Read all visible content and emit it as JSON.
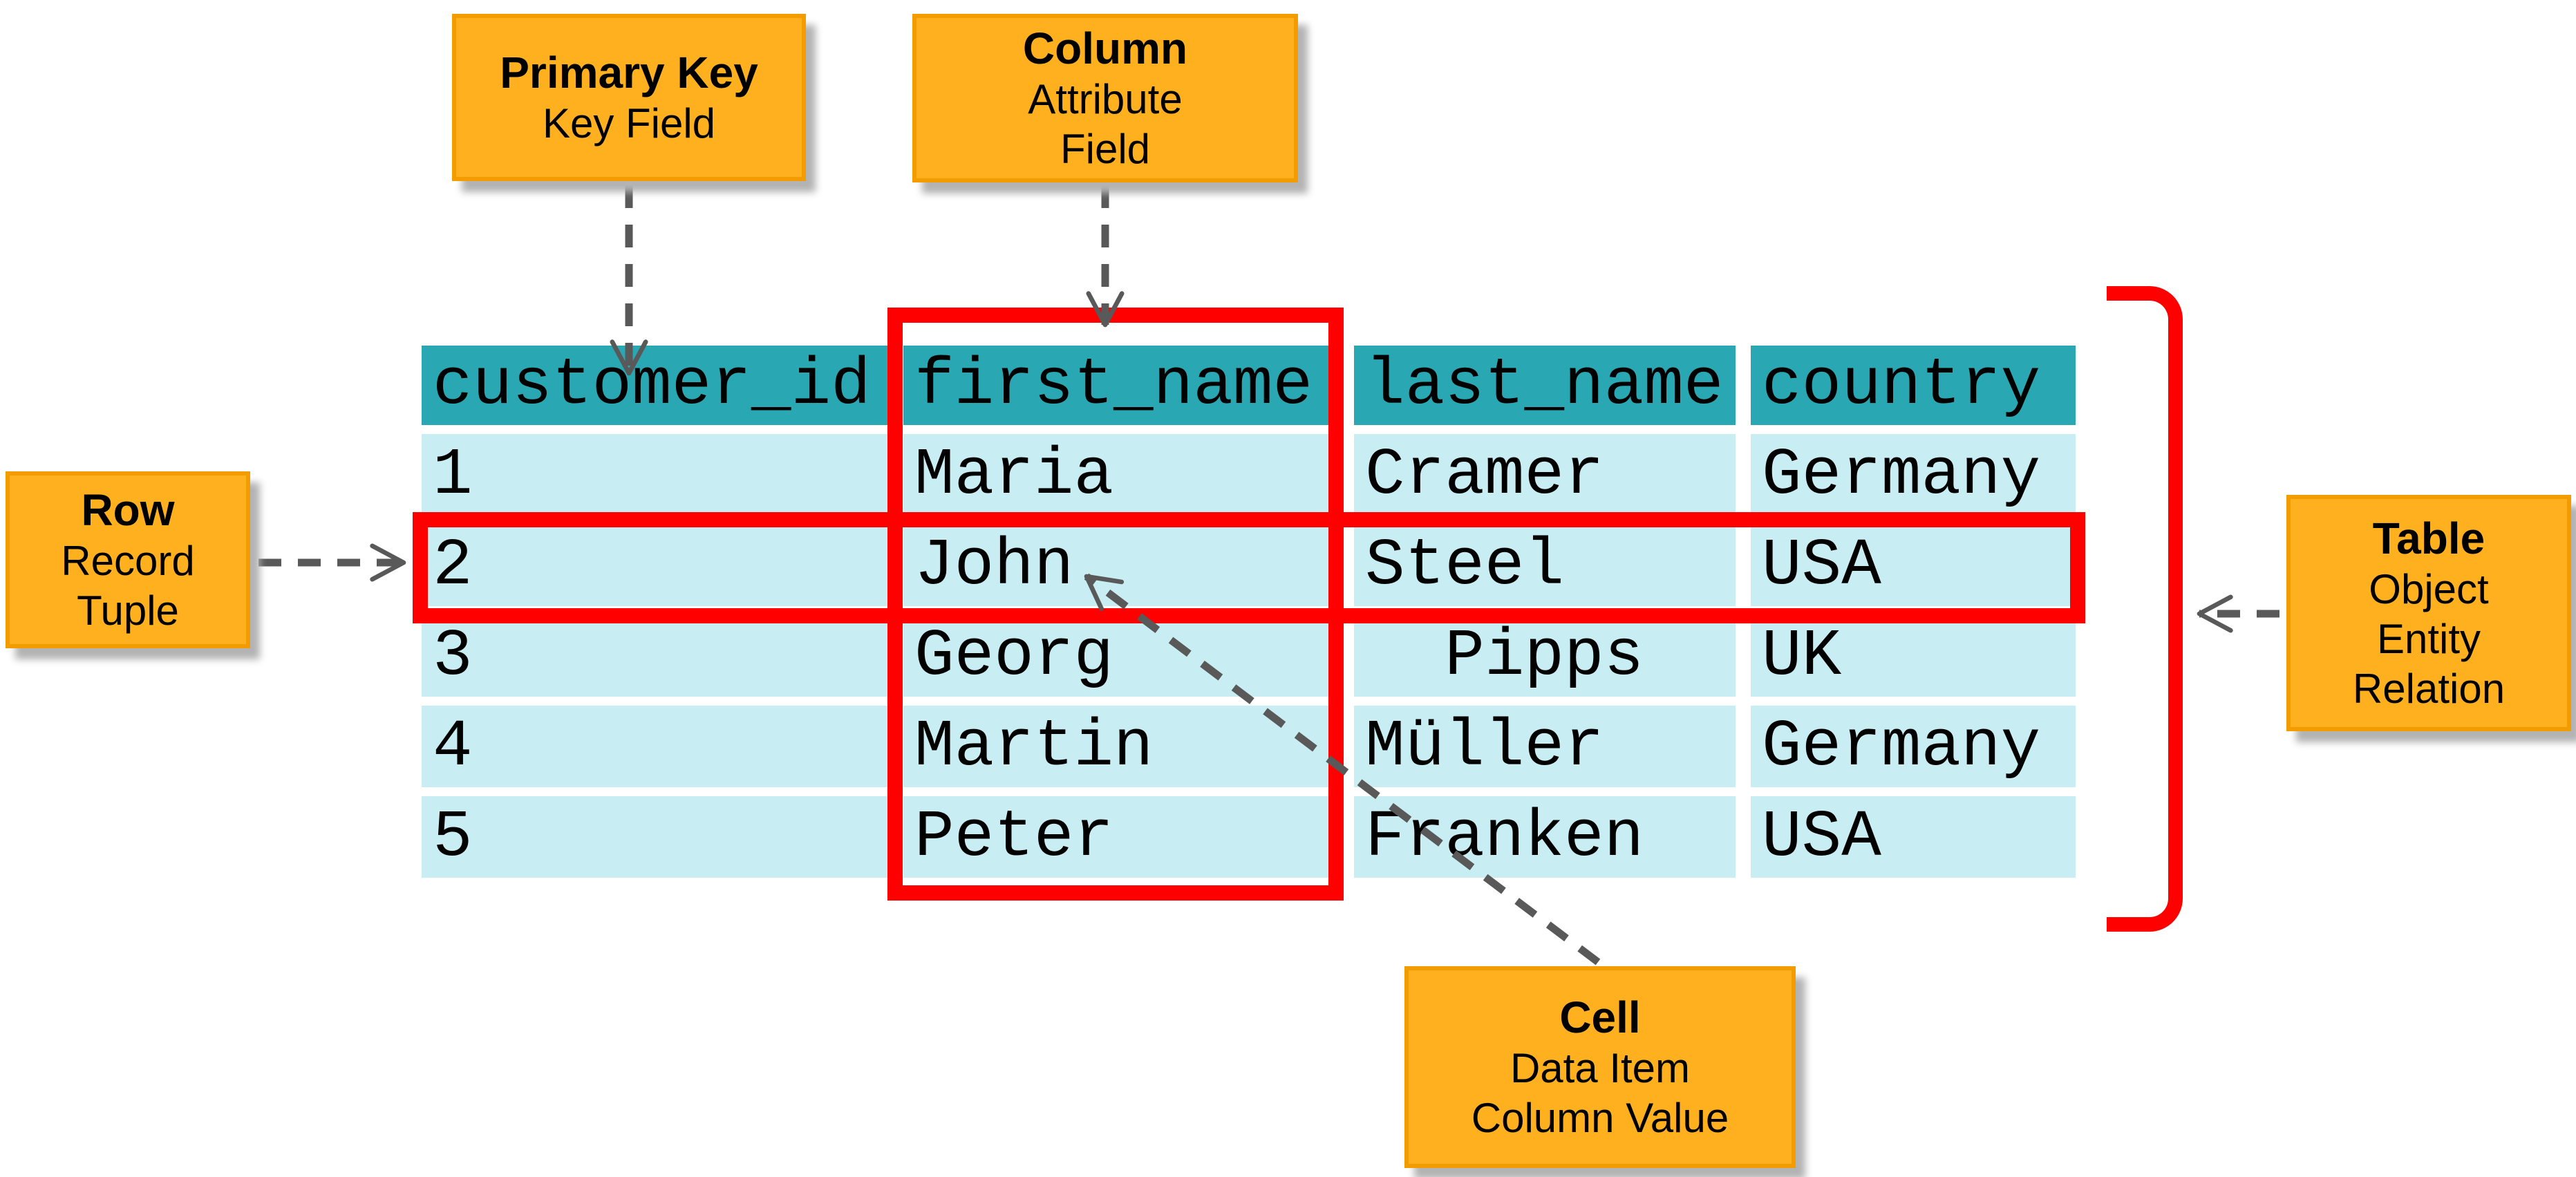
{
  "colors": {
    "header_bg": "#29A7B3",
    "row_bg": "#C8EDF3",
    "callout_bg": "#FFB01E",
    "callout_border": "#F29C00",
    "highlight_red": "#FF0000",
    "arrow_gray": "#595959",
    "text": "#000000"
  },
  "table": {
    "headers": [
      "customer_id",
      "first_name",
      "last_name",
      "country"
    ],
    "rows": [
      [
        "1",
        "Maria",
        "Cramer",
        "Germany"
      ],
      [
        "2",
        "John",
        "Steel",
        "USA"
      ],
      [
        "3",
        "Georg",
        "  Pipps",
        "UK"
      ],
      [
        "4",
        "Martin",
        "Müller",
        "Germany"
      ],
      [
        "5",
        "Peter",
        "Franken",
        "USA"
      ]
    ]
  },
  "callouts": {
    "primary_key": {
      "title": "Primary Key",
      "lines": [
        "Key Field"
      ]
    },
    "column": {
      "title": "Column",
      "lines": [
        "Attribute",
        "Field"
      ]
    },
    "row": {
      "title": "Row",
      "lines": [
        "Record",
        "Tuple"
      ]
    },
    "table": {
      "title": "Table",
      "lines": [
        "Object",
        "Entity",
        "Relation"
      ]
    },
    "cell": {
      "title": "Cell",
      "lines": [
        "Data Item",
        "Column Value"
      ]
    }
  }
}
